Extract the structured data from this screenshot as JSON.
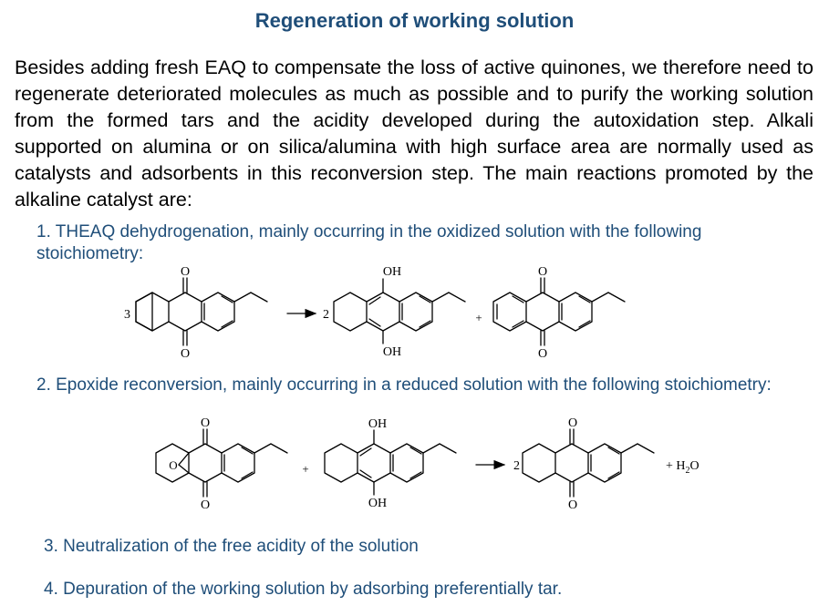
{
  "slide": {
    "title": "Regeneration of working solution",
    "paragraph": "Besides adding fresh EAQ to compensate the loss of active quinones, we therefore need to regenerate deteriorated molecules as much as possible and to purify the working solution from the formed tars and the acidity developed during the autoxidation step. Alkali supported on alumina or on silica/alumina with high surface area are normally used as catalysts and adsorbents in this reconversion step. The main reactions promoted by the alkaline catalyst are:",
    "items": [
      "1. THEAQ dehydrogenation, mainly occurring in the oxidized solution with the following stoichiometry:",
      "2. Epoxide reconversion, mainly occurring in a reduced solution with the following stoichiometry:",
      "3. Neutralization of the free acidity of the solution",
      "4. Depuration of the working solution by adsorbing preferentially tar."
    ]
  },
  "reaction1": {
    "coef_reactant": "3",
    "coef_product": "2",
    "plus": "+",
    "o_label": "O",
    "oh_label": "OH"
  },
  "reaction2": {
    "plus": "+",
    "coef_product": "2",
    "o_label": "O",
    "oh_label": "OH",
    "epoxide_o": "O",
    "water_prefix": "+ H",
    "water_sub": "2",
    "water_suffix": "O"
  }
}
